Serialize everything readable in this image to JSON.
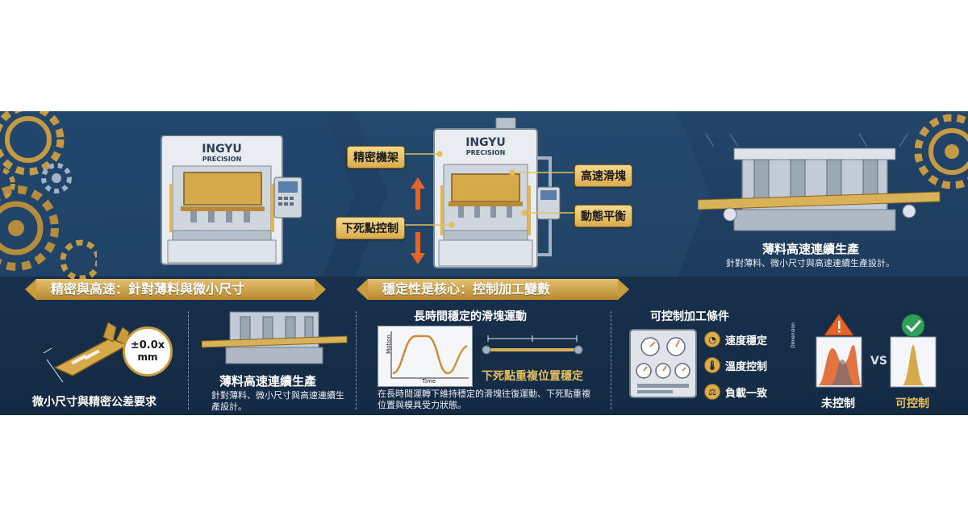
{
  "brand": {
    "logo_line1": "INGYU",
    "logo_line2": "PRECISION"
  },
  "press_callouts": {
    "frame": "精密機架",
    "slide": "高速滑塊",
    "bdc": "下死點控制",
    "dynamic": "動態平衡"
  },
  "strip_panel": {
    "title": "薄料高速連續生產",
    "desc": "針對薄料、微小尺寸與高速連續生產設計。"
  },
  "banner_left": "精密與高速：針對薄料與微小尺寸",
  "banner_right": "穩定性是核心：控制加工變數",
  "part_panel": {
    "tolerance_line1": "±0.0x",
    "tolerance_line2": "mm",
    "caption": "微小尺寸與精密公差要求"
  },
  "strip_small": {
    "title": "薄料高速連續生產",
    "desc": "針對薄料、微小尺寸與高速連續生產設計。"
  },
  "motion_panel": {
    "title": "長時間穩定的滑塊運動",
    "y_axis": "Motion",
    "x_axis": "Time",
    "bdc_label": "下死點重複位置穩定",
    "desc": "在長時間運轉下維持穩定的滑塊往復運動、下死點重複位置與模具受力狀態。"
  },
  "control_panel": {
    "title": "可控制加工條件",
    "items": [
      "速度穩定",
      "溫度控制",
      "負載一致"
    ]
  },
  "compare_panel": {
    "y_axis": "Dimension",
    "vs": "VS",
    "uncontrolled": "未控制",
    "controlled": "可控制"
  },
  "colors": {
    "navy": "#1b3553",
    "gold": "#d9ac4c",
    "orange": "#e3652b",
    "green": "#2f9e5b"
  }
}
